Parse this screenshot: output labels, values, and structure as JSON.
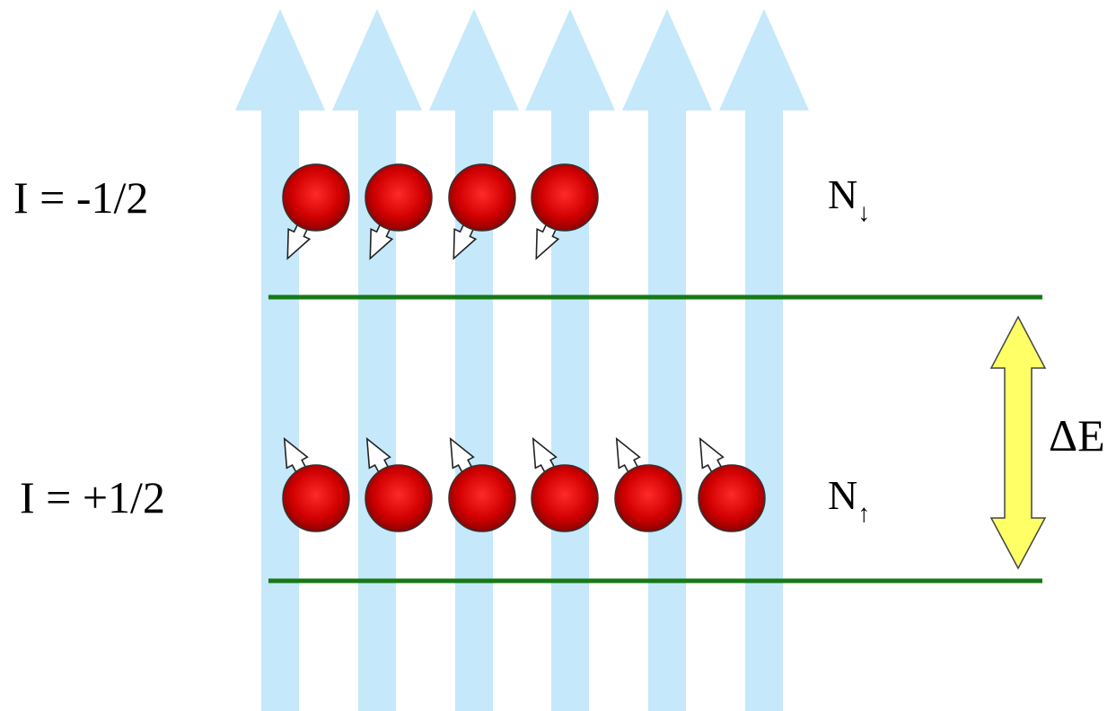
{
  "labels": {
    "upper_state": "I = -1/2",
    "lower_state": "I = +1/2",
    "n_down": "N",
    "n_down_sub": "↓",
    "n_up": "N",
    "n_up_sub": "↑",
    "delta_e": "ΔE"
  },
  "counts": {
    "field_arrows": 6,
    "upper_spins": 4,
    "lower_spins": 6
  },
  "colors": {
    "field_arrow": "#c5e8fb",
    "level_line": "#157a15",
    "particle": "#e00000",
    "particle_dark": "#9a0000",
    "spin_arrow_fill": "#ffffff",
    "spin_arrow_stroke": "#222222",
    "energy_arrow": "#ffff66"
  },
  "icons": {
    "field": "upward-arrow-icon",
    "energy_gap": "double-headed-arrow-icon"
  }
}
